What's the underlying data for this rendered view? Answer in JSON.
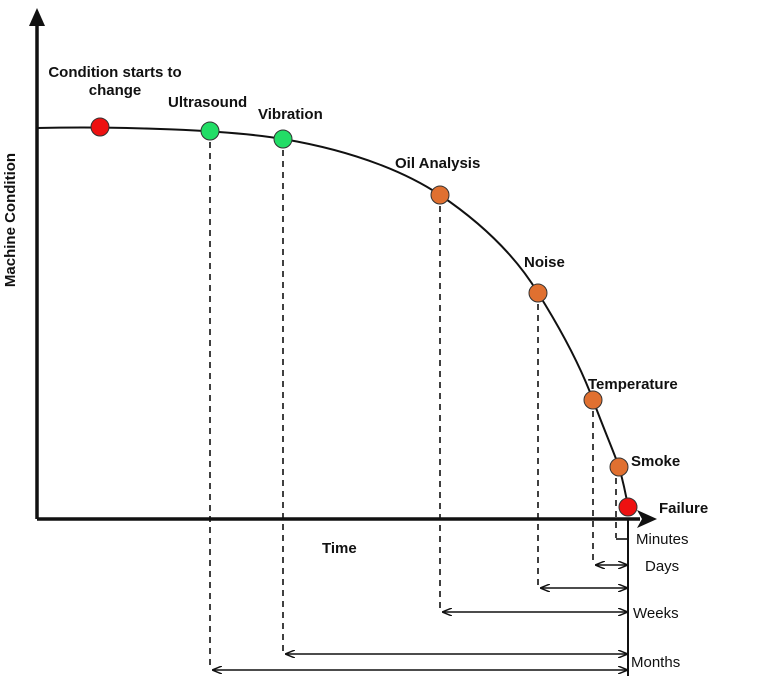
{
  "axes": {
    "y_label": "Machine Condition",
    "x_label": "Time"
  },
  "onset": {
    "line1": "Condition starts to",
    "line2": "change",
    "color": "#ee1111"
  },
  "indicators": [
    {
      "label": "Ultrasound",
      "color": "#22dd66"
    },
    {
      "label": "Vibration",
      "color": "#22dd66"
    },
    {
      "label": "Oil Analysis",
      "color": "#e07030"
    },
    {
      "label": "Noise",
      "color": "#e07030"
    },
    {
      "label": "Temperature",
      "color": "#e07030"
    },
    {
      "label": "Smoke",
      "color": "#e07030"
    }
  ],
  "failure": {
    "label": "Failure",
    "color": "#ee1111"
  },
  "intervals": {
    "minutes": "Minutes",
    "days": "Days",
    "weeks": "Weeks",
    "months": "Months"
  }
}
